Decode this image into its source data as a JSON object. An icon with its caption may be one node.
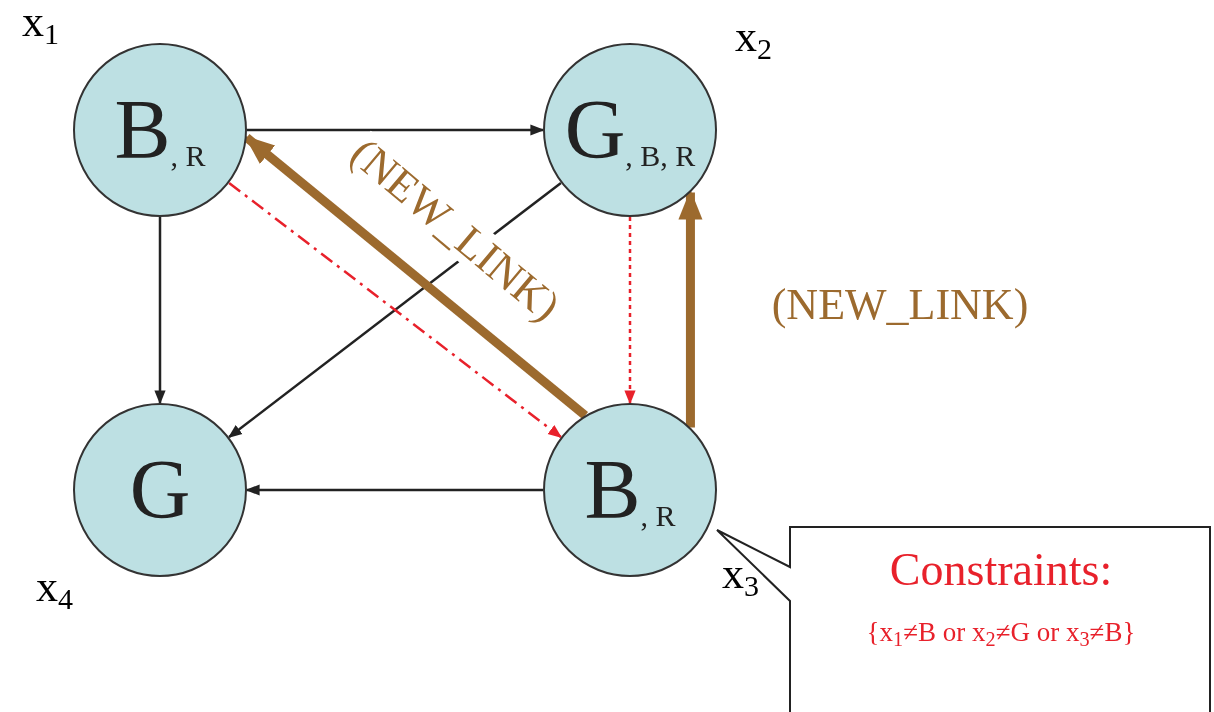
{
  "diagram": {
    "nodes": [
      {
        "text": [
          "B$_{, R}$"
        ],
        "beside": [
          "x$_{1}$"
        ]
      },
      {
        "text": [
          "G$_{, B, R}$"
        ],
        "beside": [
          "x$_{2}$"
        ]
      },
      {
        "text": [
          "G"
        ],
        "beside": [
          "x$_{4}$"
        ]
      },
      {
        "text": [
          "B$_{, R}$"
        ],
        "beside": [
          "x$_{3}$"
        ]
      },
      {
        "text": [
          "Constraints:",
          "{x$_{1}$≠B or x$_{2}$≠G or x$_{3}$≠B}"
        ]
      }
    ],
    "edges": [
      {
        "from": 0,
        "to": 1,
        "arrow": "to"
      },
      {
        "from": 0,
        "to": 2,
        "arrow": "to"
      },
      {
        "from": 1,
        "to": 2,
        "arrow": "to"
      },
      {
        "from": 3,
        "to": 2,
        "arrow": "to"
      },
      {
        "from": 0,
        "to": 3,
        "arrow": "to",
        "style": "dashed",
        "color": "#e8212b"
      },
      {
        "from": 1,
        "to": 3,
        "arrow": "to",
        "style": "dashed",
        "color": "#e8212b"
      },
      {
        "from": 3,
        "to": 0,
        "arrow": "to",
        "style": "thick",
        "color": "#9c6a2e",
        "label": "(NEW_LINK)"
      },
      {
        "from": 3,
        "to": 1,
        "arrow": "to",
        "style": "thick",
        "color": "#9c6a2e",
        "label": "(NEW_LINK)"
      }
    ]
  }
}
